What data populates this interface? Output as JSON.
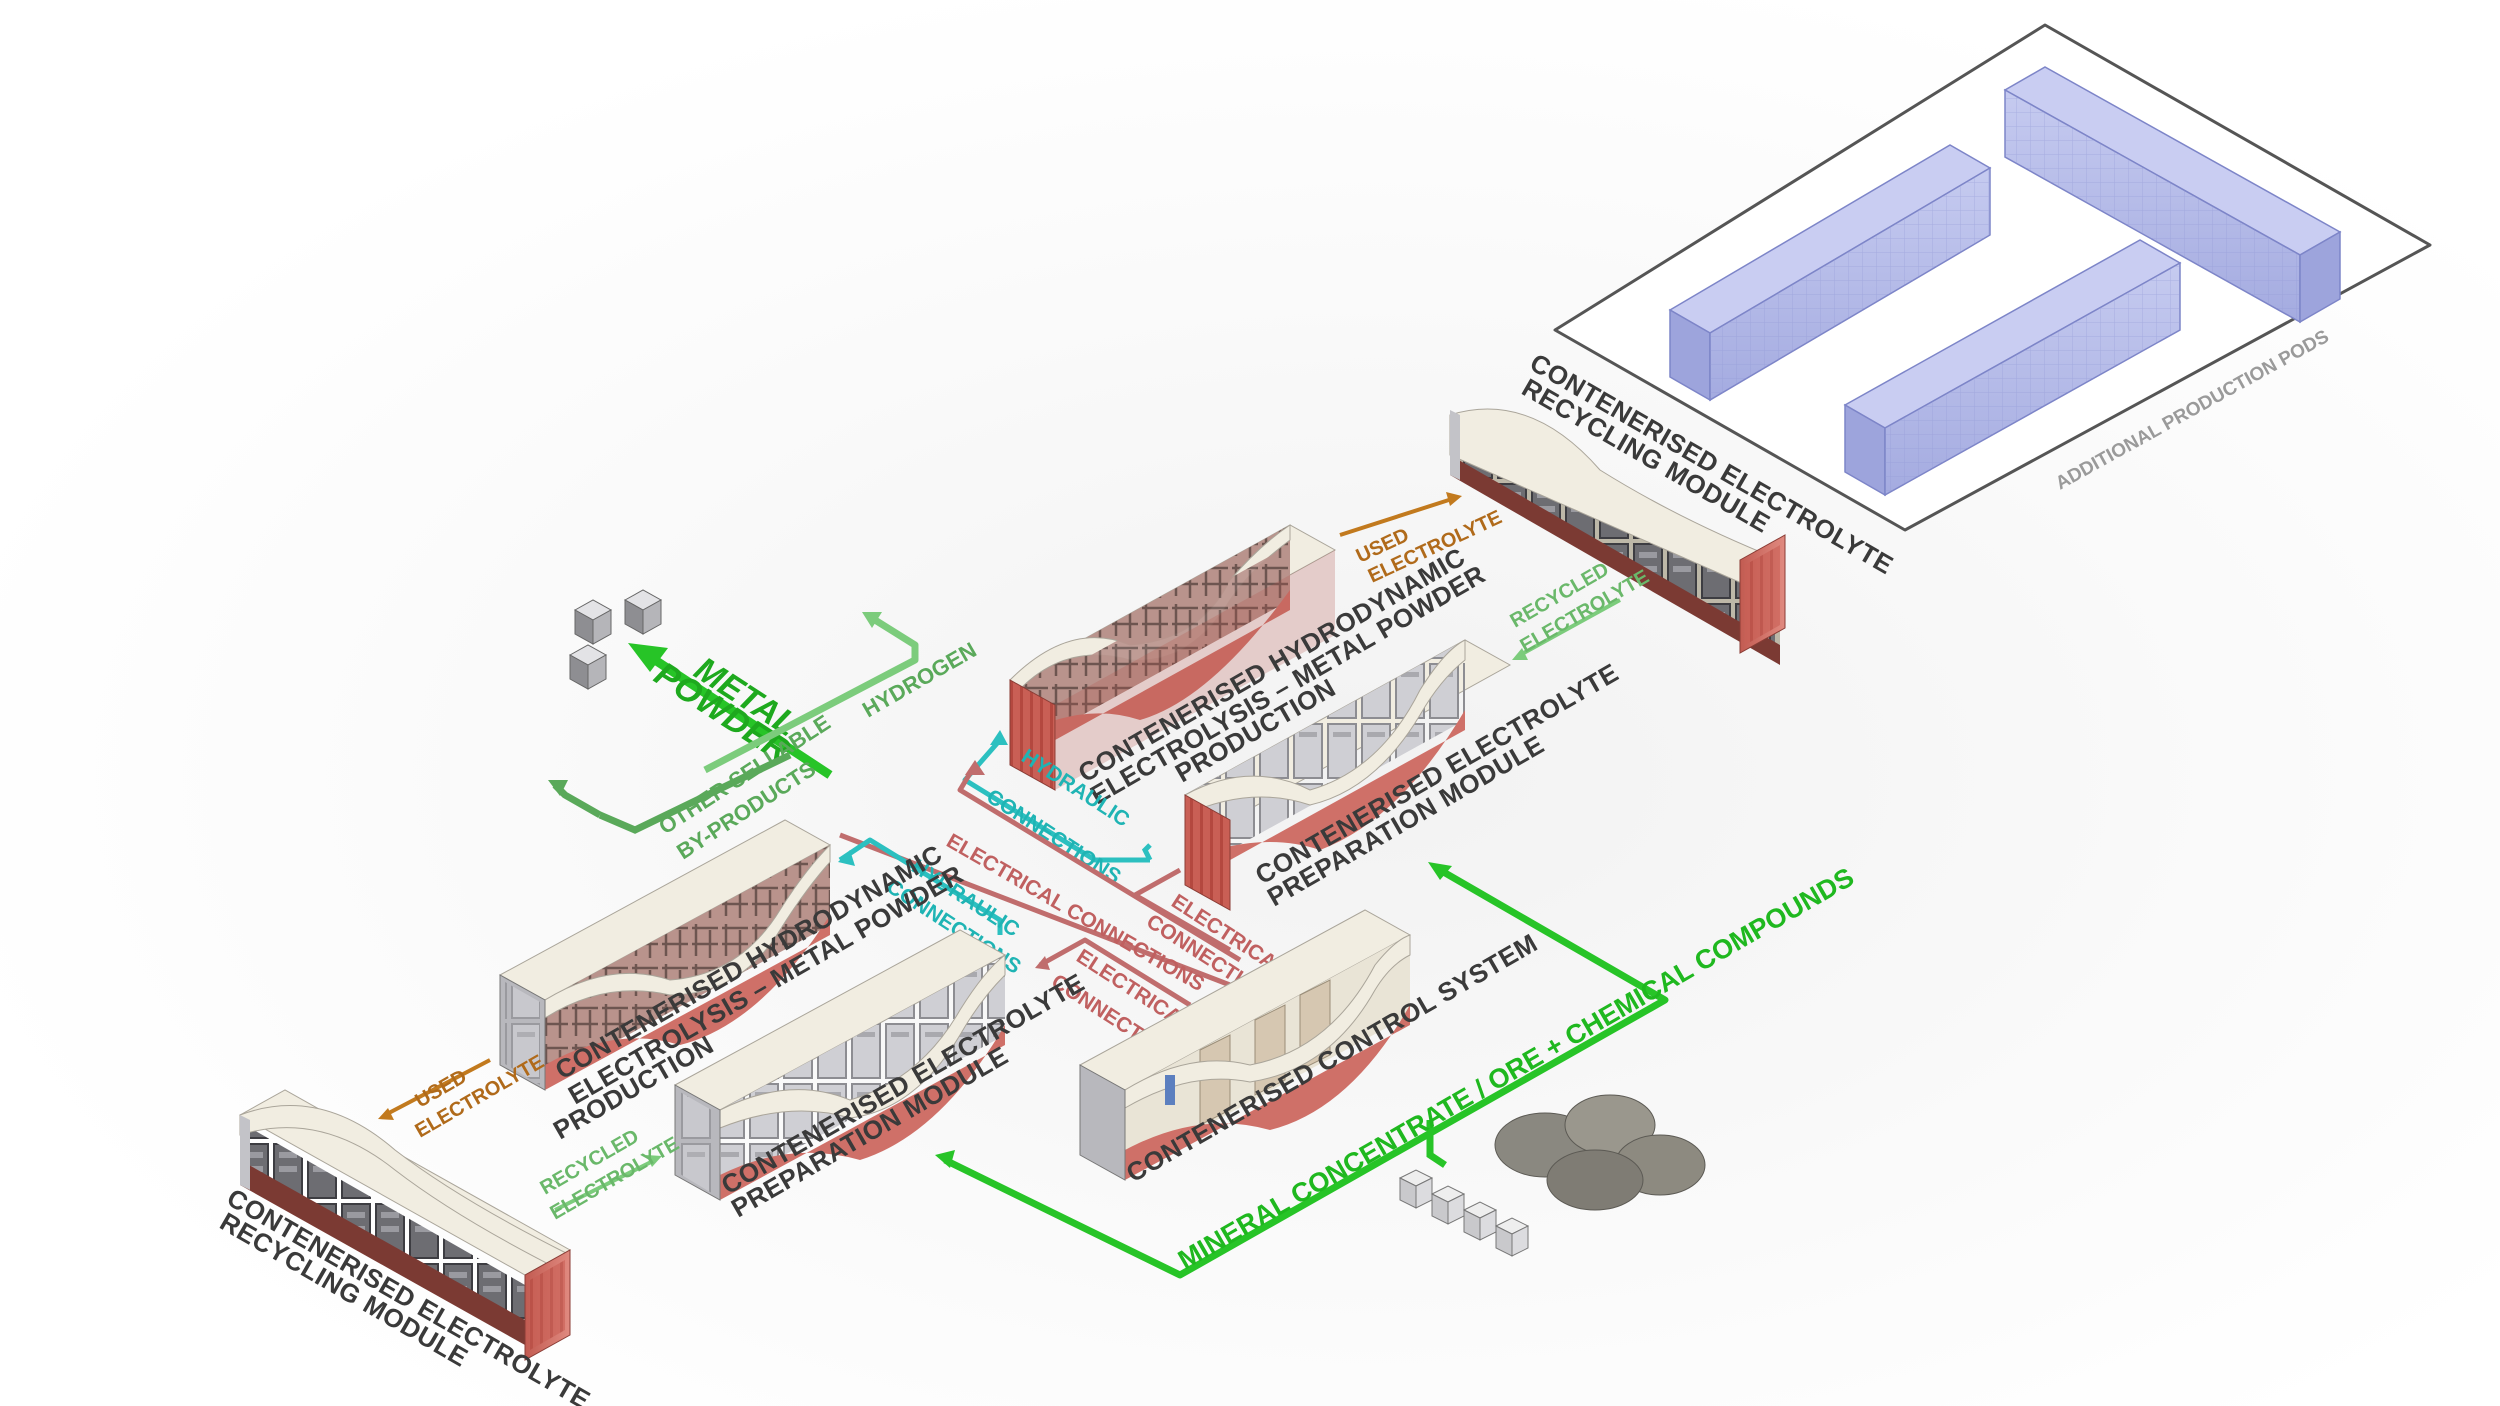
{
  "labels": {
    "pods": "ADDITIONAL PRODUCTION PODS",
    "recycling_top_1": "CONTENERISED ELECTROLYTE",
    "recycling_top_2": "RECYCLING MODULE",
    "used_top_1": "USED",
    "used_top_2": "ELECTROLYTE",
    "recycled_top_1": "RECYCLED",
    "recycled_top_2": "ELECTROLYTE",
    "hydro_top_1": "CONTENERISED HYDRODYNAMIC",
    "hydro_top_2": "ELECTROLYSIS – METAL POWDER",
    "hydro_top_3": "PRODUCTION",
    "prep_top_1": "CONTENERISED ELECTROLYTE",
    "prep_top_2": "PREPARATION MODULE",
    "metal_1": "METAL",
    "metal_2": "POWDER",
    "hydrogen": "HYDROGEN",
    "byproducts_1": "OTHER SELLABLE",
    "byproducts_2": "BY-PRODUCTS",
    "hydraulic_top_1": "HYDRAULIC",
    "hydraulic_top_2": "CONNECTIONS",
    "electrical_main": "ELECTRICAL CONNECTIONS",
    "electrical_right_1": "ELECTRICAL",
    "electrical_right_2": "CONNECTIONS",
    "hydraulic_bot_1": "HYDRAULIC",
    "hydraulic_bot_2": "CONNECTIONS",
    "electrical_bot_1": "ELECTRICAL",
    "electrical_bot_2": "CONNECTIONS",
    "hydro_bot_1": "CONTENERISED HYDRODYNAMIC",
    "hydro_bot_2": "ELECTROLYSIS – METAL POWDER",
    "hydro_bot_3": "PRODUCTION",
    "control": "CONTENERISED CONTROL SYSTEM",
    "used_bot_1": "USED",
    "used_bot_2": "ELECTROLYTE",
    "prep_bot_1": "CONTENERISED ELECTROLYTE",
    "prep_bot_2": "PREPARATION MODULE",
    "recycled_bot_1": "RECYCLED",
    "recycled_bot_2": "ELECTROLYTE",
    "recycling_bot_1": "CONTENERISED ELECTROLYTE",
    "recycling_bot_2": "RECYCLING MODULE",
    "mineral": "MINERAL CONCENTRATE / ORE + CHEMICAL COMPOUNDS"
  },
  "colors": {
    "container_red": "#cc6f66",
    "container_dark": "#a8483f",
    "roof": "#ece8dc",
    "pod_blue": "#b7bde8",
    "green_main": "#27c427",
    "green_light": "#7ccc7c",
    "orange": "#c27a1e",
    "red_line": "#c06d6d",
    "cyan_line": "#2cc0c0"
  }
}
